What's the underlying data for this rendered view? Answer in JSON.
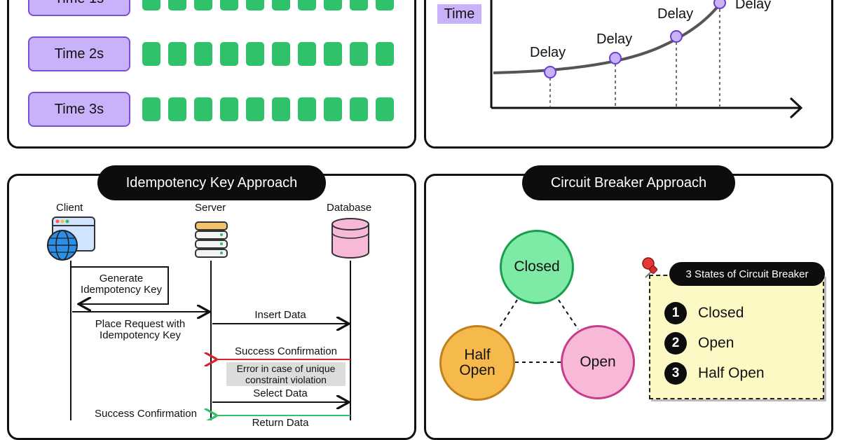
{
  "rate_limit": {
    "rows": [
      {
        "label": "Time 1s"
      },
      {
        "label": "Time 2s"
      },
      {
        "label": "Time 3s"
      }
    ]
  },
  "backoff": {
    "axis_label": "Time",
    "points": [
      "Delay",
      "Delay",
      "Delay",
      "Delay"
    ]
  },
  "idempotency": {
    "title": "Idempotency Key Approach",
    "actors": {
      "client": "Client",
      "server": "Server",
      "database": "Database"
    },
    "generate": "Generate\nIdempotency Key",
    "place_request": "Place Request with\nIdempotency Key",
    "insert_data": "Insert Data",
    "success_confirmation_db": "Success Confirmation",
    "error_text": "Error in case of unique\nconstraint violation",
    "select_data": "Select Data",
    "success_confirmation_client": "Success Confirmation",
    "return_data": "Return Data",
    "colors": {
      "red_arrow": "#d8232a",
      "green_arrow": "#2fc26a"
    }
  },
  "circuit": {
    "title": "Circuit Breaker Approach",
    "states": {
      "closed": "Closed",
      "half_open": "Half\nOpen",
      "open": "Open"
    },
    "note_title": "3 States of Circuit Breaker",
    "list": [
      {
        "num": "1",
        "label": "Closed"
      },
      {
        "num": "2",
        "label": "Open"
      },
      {
        "num": "3",
        "label": "Half Open"
      }
    ],
    "colors": {
      "closed": "#7deaa6",
      "half_open": "#f6b94b",
      "open": "#f7b9d7"
    }
  }
}
